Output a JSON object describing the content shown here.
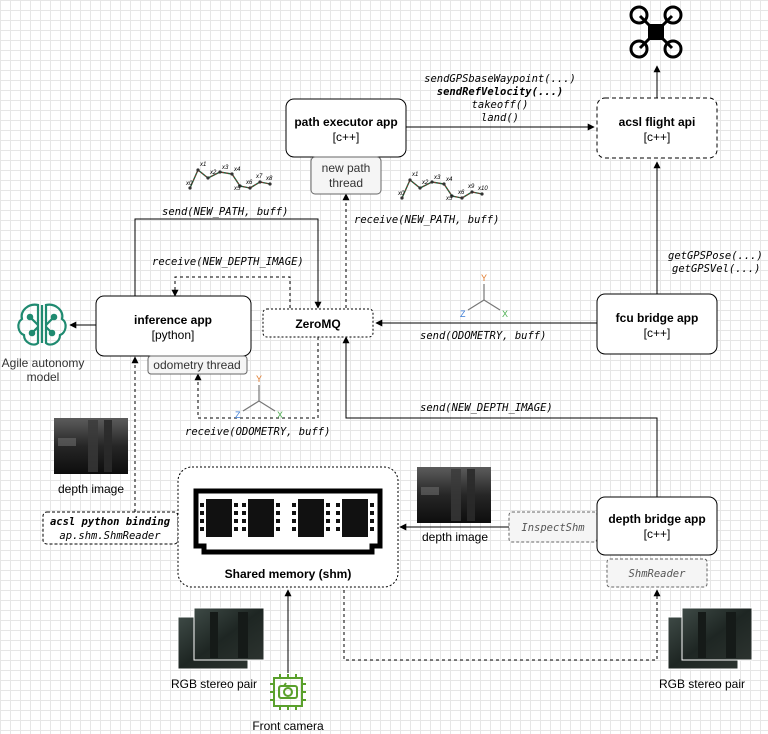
{
  "boxes": {
    "path_executor": {
      "title": "path executor app",
      "lang": "[c++]"
    },
    "new_path_thread": {
      "line1": "new path",
      "line2": "thread"
    },
    "acsl_flight_api": {
      "title": "acsl flight api",
      "lang": "[c++]"
    },
    "inference": {
      "title": "inference app",
      "lang": "[python]"
    },
    "odometry_thread": "odometry thread",
    "zeromq": "ZeroMQ",
    "fcu_bridge": {
      "title": "fcu bridge app",
      "lang": "[c++]"
    },
    "depth_bridge": {
      "title": "depth bridge app",
      "lang": "[c++]"
    },
    "shm_reader": "ShmReader",
    "inspect_shm": "InspectShm",
    "python_binding": {
      "line1": "acsl python binding",
      "line2": "ap.shm.ShmReader"
    },
    "shared_memory": "Shared memory (shm)"
  },
  "labels": {
    "api_calls": [
      "sendGPSbaseWaypoint(...)",
      "sendRefVelocity(...)",
      "takeoff()",
      "land()"
    ],
    "gps_calls": [
      "getGPSPose(...)",
      "getGPSVel(...)"
    ],
    "send_new_path": "send(NEW_PATH, buff)",
    "receive_new_path": "receive(NEW_PATH, buff)",
    "receive_new_depth": "receive(NEW_DEPTH_IMAGE)",
    "send_odometry": "send(ODOMETRY, buff)",
    "receive_odometry": "receive(ODOMETRY, buff)",
    "send_new_depth": "send(NEW_DEPTH_IMAGE)",
    "agile_model": [
      "Agile autonomy",
      "model"
    ],
    "depth_image_left": "depth image",
    "depth_image_mid": "depth image",
    "rgb_left": "RGB stereo pair",
    "rgb_right": "RGB stereo pair",
    "front_camera": "Front camera"
  },
  "path_points": [
    "x0",
    "x1",
    "x2",
    "x3",
    "x4",
    "x5",
    "x6",
    "x7",
    "x8",
    "x9",
    "x10"
  ],
  "axis_labels": {
    "x": "X",
    "y": "Y",
    "z": "Z"
  },
  "colors": {
    "axis_x": "#4caf50",
    "axis_y": "#e0792a",
    "axis_z": "#3a7bd5",
    "model_icon": "#1f8a70",
    "camera_icon": "#5aa02c"
  },
  "icons": [
    "drone-icon",
    "neural-network-icon",
    "camera-icon",
    "ram-chip-icon"
  ]
}
